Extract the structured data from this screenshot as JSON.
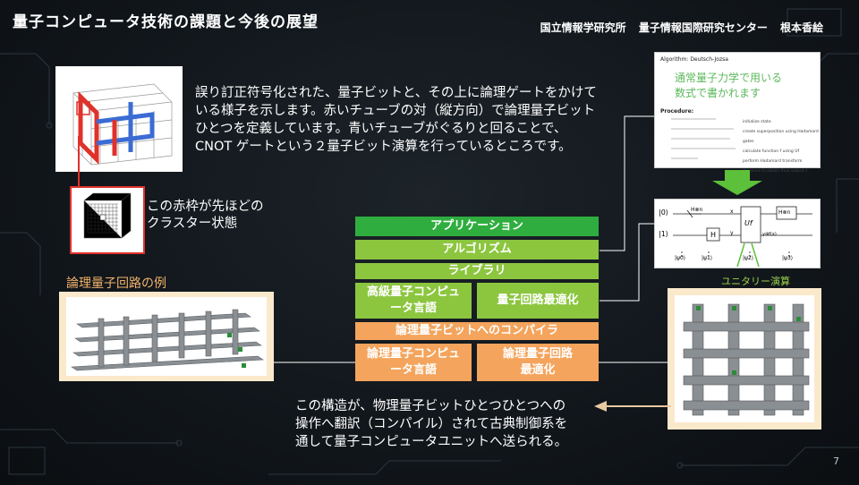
{
  "header": {
    "title": "量子コンピュータ技術の課題と今後の展望",
    "authors": "国立情報学研究所 量子情報国際研究センター 根本香絵"
  },
  "intro_paragraph": "誤り訂正符号化された、量子ビットと、その上に論理ゲートをかけている様子を示します。赤いチューブの対（縦方向）で論理量子ビットひとつを定義しています。青いチューブがぐるりと回ることで、CNOT ゲートという２量子ビット演算を行っているところです。",
  "cluster_label_line1": "この赤枠が先ほどの",
  "cluster_label_line2": "クラスター状態",
  "logic_circuit_label": "論理量子回路の例",
  "algorithm_panel": {
    "header": "Algorithm: Deutsch-Jozsa",
    "note_line1": "通常量子力学で用いる",
    "note_line2": "数式で書かれます",
    "procedure": "Procedure:",
    "steps": [
      "initialize state",
      "create superposition using Hadamard gates",
      "calculate function f using Uf",
      "perform Hadamard transform",
      "measure to obtain final output z"
    ]
  },
  "circuit_panel": {
    "ket0": "|0⟩",
    "ket1": "|1⟩",
    "hgate": "H",
    "hn": "H⊗n",
    "uf": "Uf",
    "x": "x",
    "y": "y",
    "yfx": "y⊕f(x)",
    "psi0": "|ψ0⟩",
    "psi1": "|ψ1⟩",
    "psi2": "|ψ2⟩",
    "psi3": "|ψ3⟩"
  },
  "unitary_label": "ユニタリー演算",
  "stack": {
    "application": "アプリケーション",
    "algorithm": "アルゴリズム",
    "library": "ライブラリ",
    "hl_language_line1": "高級量子コンピュ",
    "hl_language_line2": "ータ言語",
    "circuit_opt": "量子回路最適化",
    "compiler": "論理量子ビットへのコンパイラ",
    "logic_language_line1": "論理量子コンピュ",
    "logic_language_line2": "ータ言語",
    "logic_circuit_opt_line1": "論理量子回路",
    "logic_circuit_opt_line2": "最適化"
  },
  "bottom_paragraph_lines": [
    "この構造が、物理量子ビットひとつひとつへの",
    "操作へ翻訳（コンパイル）されて古典制御系を",
    "通して量子コンピュータユニットへ送られる。"
  ],
  "page_number": "7",
  "colors": {
    "dark_green": "#2fae3f",
    "light_green": "#8cc63f",
    "orange": "#f4a45c",
    "beige": "#fbe9cc",
    "note_green": "#5cb85c",
    "arrow_green": "#5cc03a"
  }
}
